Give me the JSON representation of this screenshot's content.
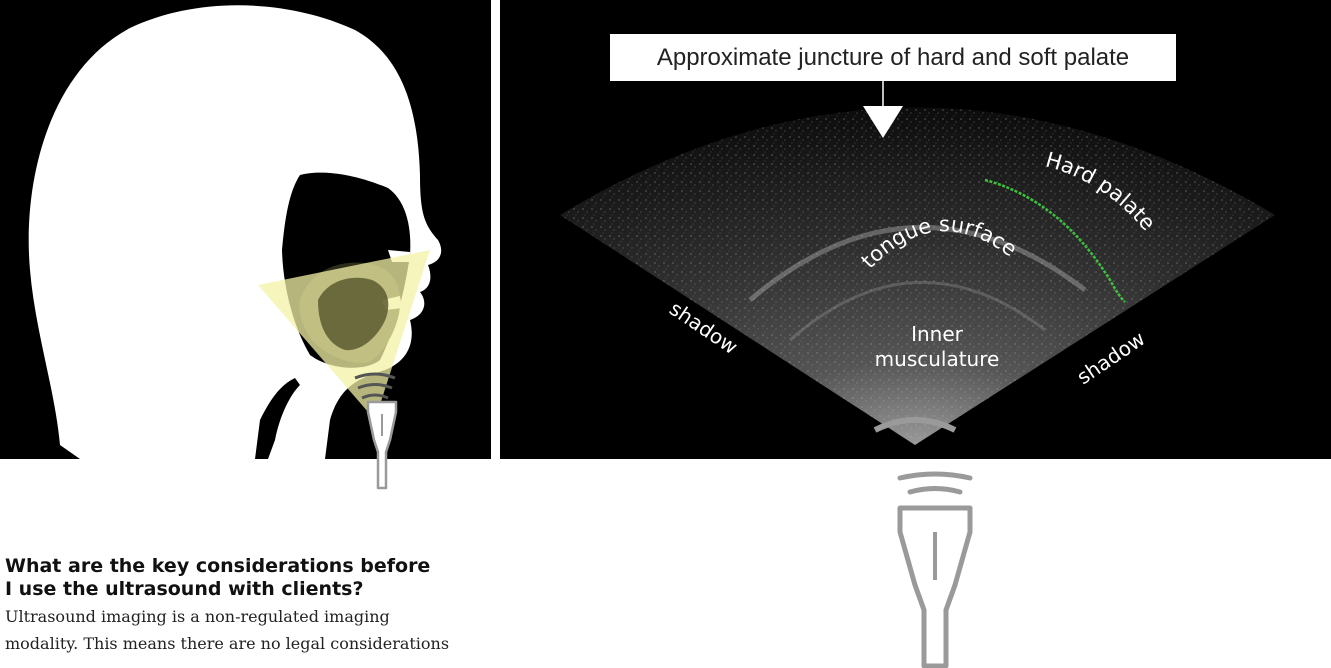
{
  "diagram": {
    "callout": "Approximate juncture of hard and soft palate",
    "labels": {
      "hard_palate": "Hard palate",
      "tongue_surface": "tongue surface",
      "inner_musculature_line1": "Inner",
      "inner_musculature_line2": "musculature",
      "shadow_left": "shadow",
      "shadow_right": "shadow"
    },
    "colors": {
      "background": "#000000",
      "beam": "#f3f2a6",
      "hard_palate_trace": "#3ec23e",
      "probe": "#9a9a9a"
    },
    "icons": [
      "head-silhouette-icon",
      "ultrasound-probe-icon",
      "down-arrow-icon"
    ]
  },
  "article": {
    "heading_line1": "What are the key considerations before",
    "heading_line2": "I use the ultrasound with clients?",
    "body_line1": "Ultrasound imaging is a non-regulated imaging",
    "body_line2": "modality. This means there are no legal considerations"
  }
}
